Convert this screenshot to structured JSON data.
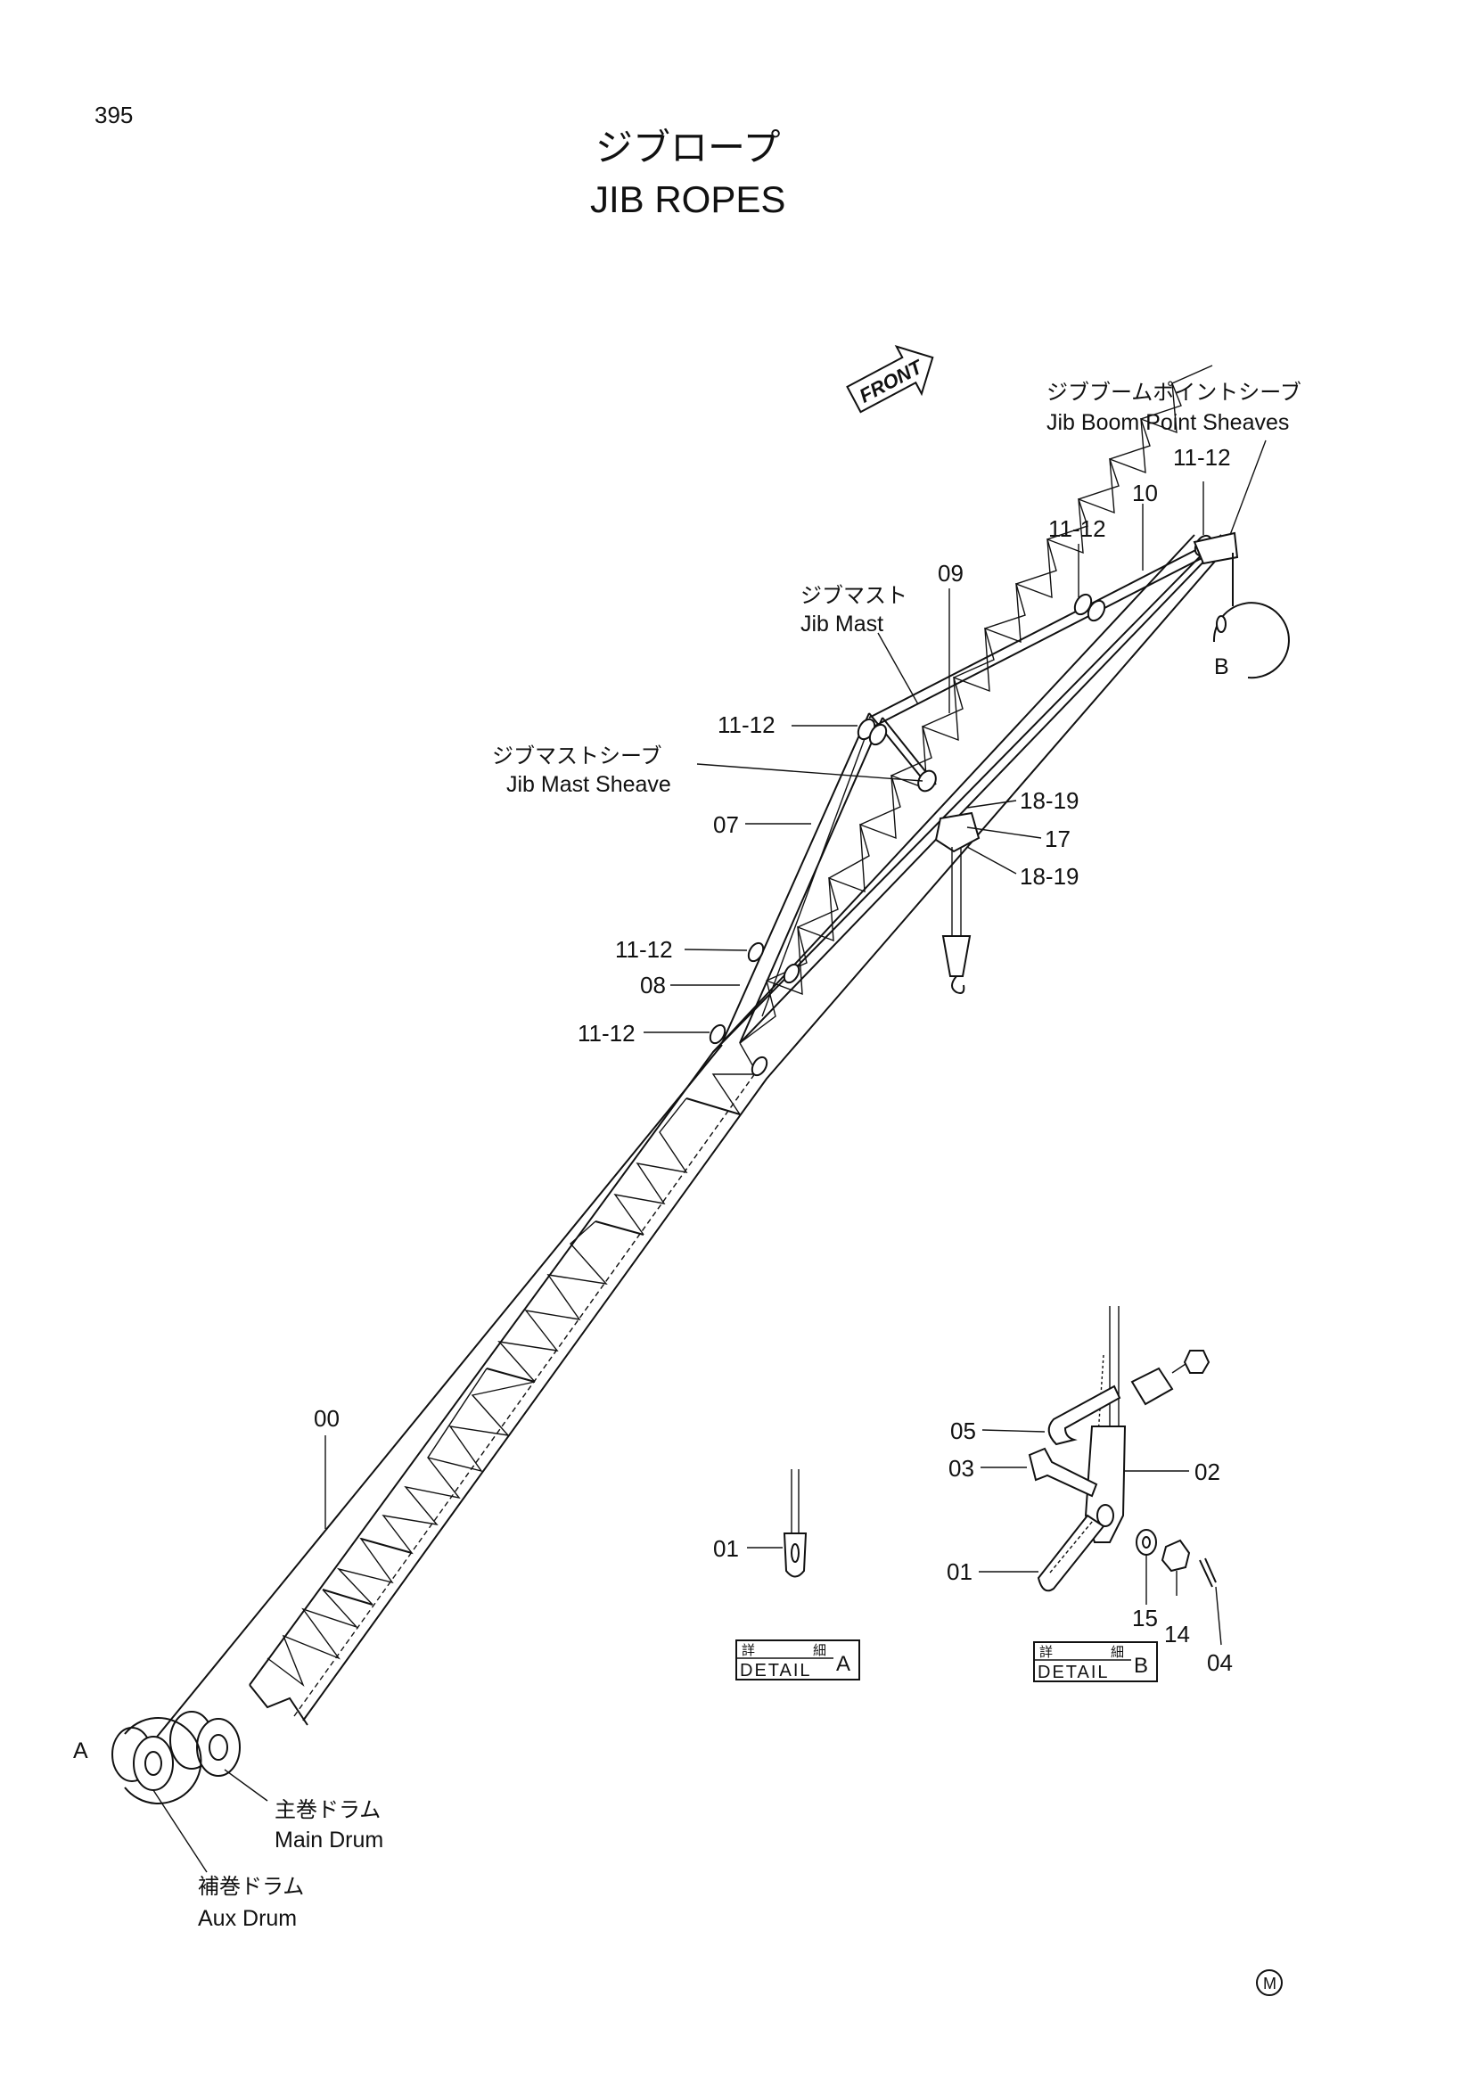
{
  "page_number": "395",
  "title_jp": "ジブロープ",
  "title_en": "JIB ROPES",
  "front_arrow_label": "FRONT",
  "labels": {
    "jib_boom_point_sheaves_jp": "ジブブームポイントシーブ",
    "jib_boom_point_sheaves_en": "Jib Boom Point Sheaves",
    "jib_mast_jp": "ジブマスト",
    "jib_mast_en": "Jib Mast",
    "jib_mast_sheave_jp": "ジブマストシーブ",
    "jib_mast_sheave_en": "Jib Mast Sheave",
    "main_drum_jp": "主巻ドラム",
    "main_drum_en": "Main Drum",
    "aux_drum_jp": "補巻ドラム",
    "aux_drum_en": "Aux Drum",
    "callout_a": "A",
    "callout_b": "B"
  },
  "part_numbers": {
    "p00": "00",
    "p01": "01",
    "p02": "02",
    "p03": "03",
    "p04": "04",
    "p05": "05",
    "p07": "07",
    "p08": "08",
    "p09": "09",
    "p10": "10",
    "p11_12": "11-12",
    "p14": "14",
    "p15": "15",
    "p17": "17",
    "p18_19": "18-19"
  },
  "details": {
    "jp_left": "詳",
    "jp_right": "細",
    "word": "DETAIL",
    "a_letter": "A",
    "b_letter": "B"
  },
  "corner_mark": "M"
}
